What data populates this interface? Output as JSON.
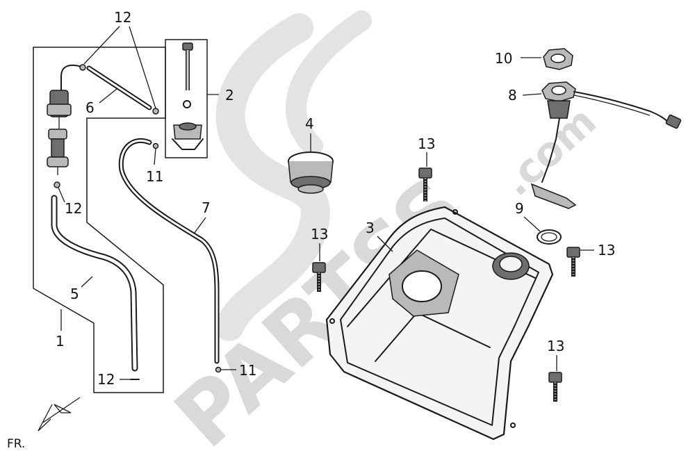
{
  "watermark": {
    "brand": "PARTSS",
    "domain": ".com",
    "color": "#d9d9d9"
  },
  "direction_label": "FR.",
  "callouts": [
    {
      "id": "c1",
      "text": "1"
    },
    {
      "id": "c2",
      "text": "2"
    },
    {
      "id": "c3",
      "text": "3"
    },
    {
      "id": "c4",
      "text": "4"
    },
    {
      "id": "c5",
      "text": "5"
    },
    {
      "id": "c6",
      "text": "6"
    },
    {
      "id": "c7",
      "text": "7"
    },
    {
      "id": "c8",
      "text": "8"
    },
    {
      "id": "c9",
      "text": "9"
    },
    {
      "id": "c10",
      "text": "10"
    },
    {
      "id": "c11a",
      "text": "11"
    },
    {
      "id": "c11b",
      "text": "11"
    },
    {
      "id": "c12a",
      "text": "12"
    },
    {
      "id": "c12b",
      "text": "12"
    },
    {
      "id": "c12c",
      "text": "12"
    },
    {
      "id": "c13a",
      "text": "13"
    },
    {
      "id": "c13b",
      "text": "13"
    },
    {
      "id": "c13c",
      "text": "13"
    },
    {
      "id": "c13d",
      "text": "13"
    }
  ],
  "colors": {
    "line": "#1a1a1a",
    "part_fill": "#b9b9b9",
    "dark_fill": "#6e6e6e",
    "background": "#ffffff"
  }
}
